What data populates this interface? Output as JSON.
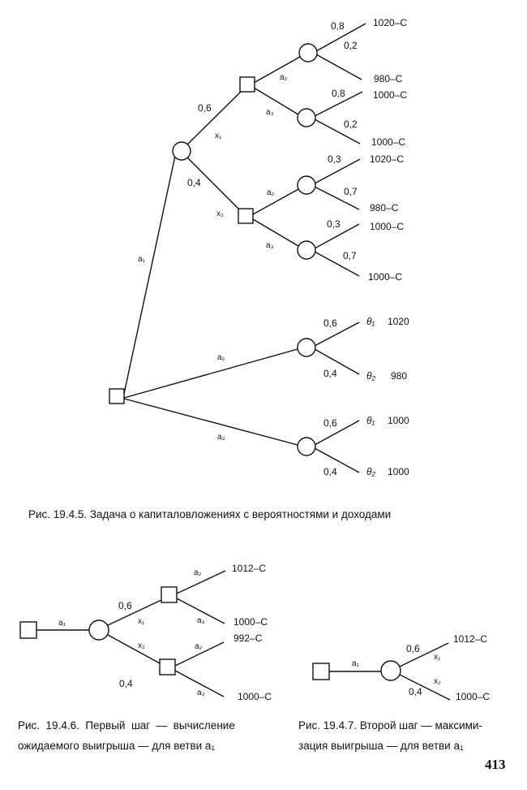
{
  "figure_1": {
    "caption": "Рис. 19.4.5. Задача о капиталовложениях с вероятностями и доходами",
    "branch_labels": {
      "a1": "a₁",
      "a2": "a₂",
      "a3": "a₃",
      "x1": "x₁",
      "x2": "x₂"
    },
    "prob_x1": "0,6",
    "prob_x2": "0,4",
    "sub_x1": {
      "a2": {
        "p_high": "0,8",
        "p_low": "0,2",
        "out_high": "1020–C",
        "out_low": "980–C"
      },
      "a3": {
        "p_high": "0,8",
        "p_low": "0,2",
        "out_high": "1000–C",
        "out_low": "1000–C"
      }
    },
    "sub_x2": {
      "a2": {
        "p_high": "0,3",
        "p_low": "0,7",
        "out_high": "1020–C",
        "out_low": "980–C"
      },
      "a3": {
        "p_high": "0,3",
        "p_low": "0,7",
        "out_high": "1000–C",
        "out_low": "1000–C"
      }
    },
    "branch_a2": {
      "p_high": "0,6",
      "p_low": "0,4",
      "theta_high": "θ₁",
      "theta_low": "θ₂",
      "out_high": "1020",
      "out_low": "980"
    },
    "branch_a3": {
      "p_high": "0,6",
      "p_low": "0,4",
      "theta_high": "θ₁",
      "theta_low": "θ₂",
      "out_high": "1000",
      "out_low": "1000"
    }
  },
  "figure_2": {
    "caption_line1": "Рис.  19.4.6.  Первый  шаг  —  вычисление",
    "caption_line2": "ожидаемого выигрыша — для ветви a₁",
    "a1": "a₁",
    "x1": "x₁",
    "x2": "x₂",
    "p1": "0,6",
    "p2": "0,4",
    "top": {
      "a2": "a₂",
      "a3": "a₃",
      "out_a2": "1012–C",
      "out_a3": "1000–C"
    },
    "bottom": {
      "a2": "a₂",
      "a3": "a₃",
      "out_a2": "992–C",
      "out_a3": "1000–C"
    }
  },
  "figure_3": {
    "caption_line1": "Рис. 19.4.7. Второй шаг — максими-",
    "caption_line2": "зация выигрыша — для ветви a₁",
    "a1": "a₁",
    "x1": "x₁",
    "x2": "x₂",
    "p1": "0,6",
    "p2": "0,4",
    "out_x1": "1012–C",
    "out_x2": "1000–C"
  },
  "page_number": "413"
}
